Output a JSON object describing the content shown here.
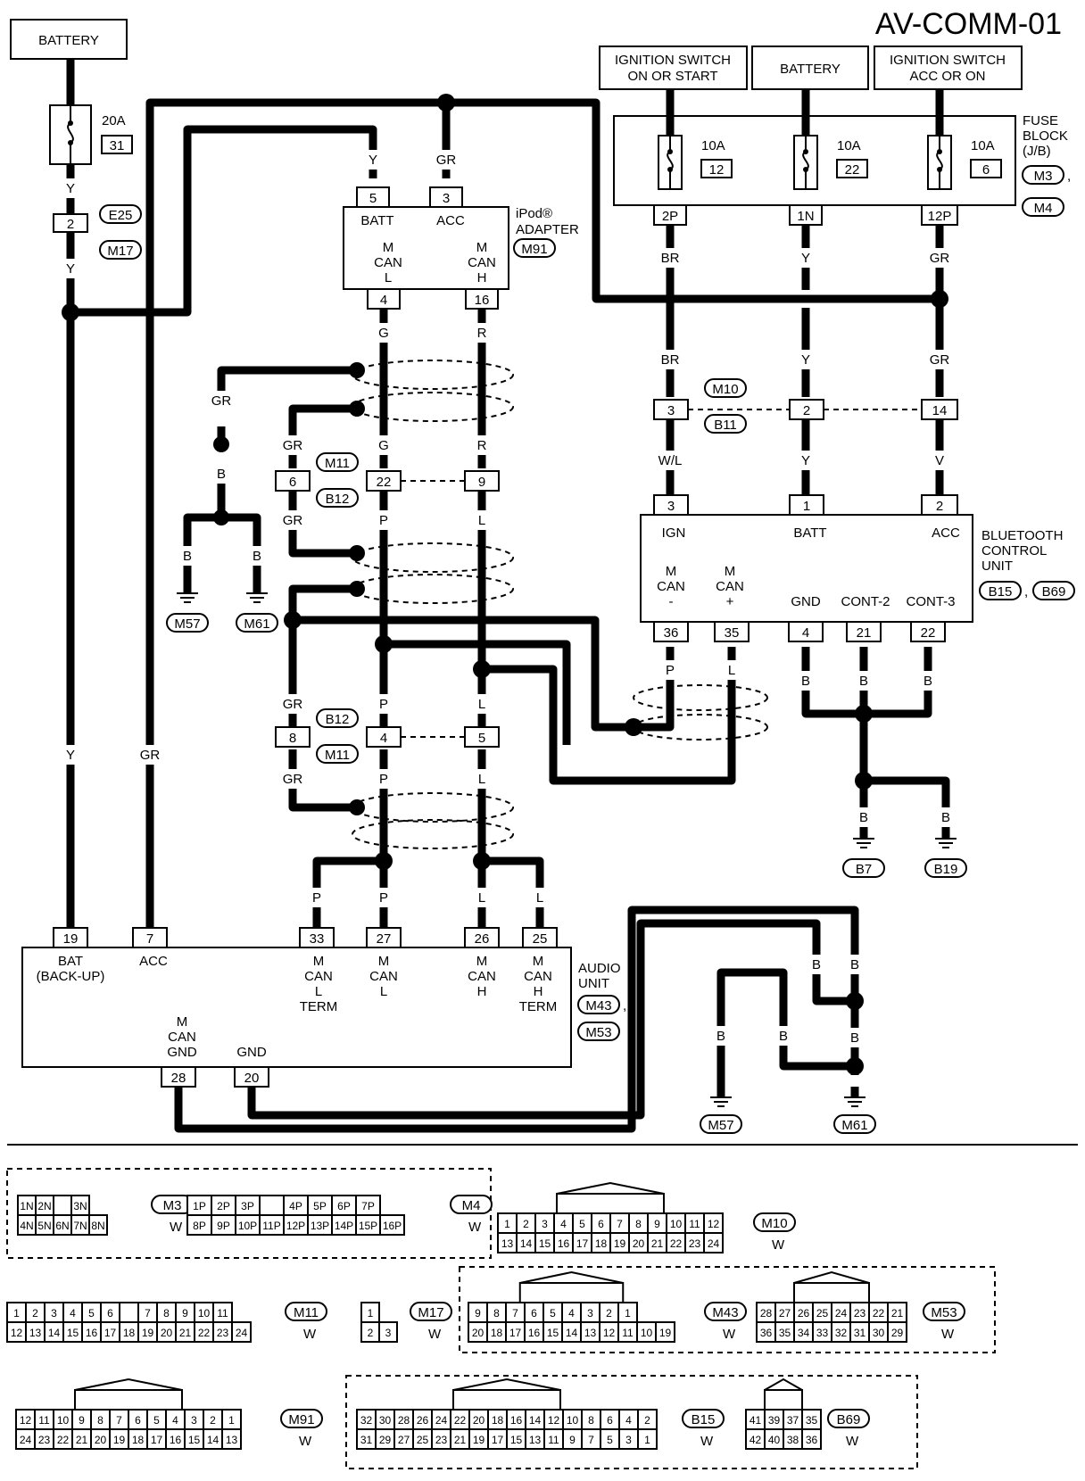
{
  "title": "AV-COMM-01",
  "power": {
    "battery_left": "BATTERY",
    "ign_on_start": [
      "IGNITION SWITCH",
      "ON OR START"
    ],
    "battery_top": "BATTERY",
    "ign_acc_on": [
      "IGNITION SWITCH",
      "ACC OR ON"
    ]
  },
  "fuse_block": {
    "label": [
      "FUSE",
      "BLOCK",
      "(J/B)"
    ],
    "connectors": [
      "M3",
      "M4"
    ],
    "fuses": [
      {
        "amp": "10A",
        "num": "12",
        "term": "2P",
        "color": "BR"
      },
      {
        "amp": "10A",
        "num": "22",
        "term": "1N",
        "color": "Y"
      },
      {
        "amp": "10A",
        "num": "6",
        "term": "12P",
        "color": "GR"
      }
    ]
  },
  "left_fuse": {
    "amp": "20A",
    "num": "31"
  },
  "ipod": {
    "label": [
      "iPod®",
      "ADAPTER"
    ],
    "connector": "M91",
    "pins": [
      {
        "num": "5",
        "name": "BATT",
        "color": "Y"
      },
      {
        "num": "3",
        "name": "ACC",
        "color": "GR"
      },
      {
        "num": "4",
        "name": [
          "M",
          "CAN",
          "L"
        ],
        "color": "G"
      },
      {
        "num": "16",
        "name": [
          "M",
          "CAN",
          "H"
        ],
        "color": "R"
      }
    ]
  },
  "bluetooth": {
    "label": [
      "BLUETOOTH",
      "CONTROL",
      "UNIT"
    ],
    "connectors": [
      "B15",
      "B69"
    ],
    "pins": [
      {
        "num": "3",
        "name": "IGN"
      },
      {
        "num": "1",
        "name": "BATT"
      },
      {
        "num": "2",
        "name": "ACC"
      },
      {
        "num": "36",
        "name": [
          "M",
          "CAN",
          "-"
        ]
      },
      {
        "num": "35",
        "name": [
          "M",
          "CAN",
          "+"
        ]
      },
      {
        "num": "4",
        "name": "GND"
      },
      {
        "num": "21",
        "name": "CONT-2"
      },
      {
        "num": "22",
        "name": "CONT-3"
      }
    ]
  },
  "audio": {
    "label": [
      "AUDIO",
      "UNIT"
    ],
    "connectors": [
      "M43",
      "M53"
    ],
    "pins": [
      {
        "num": "19",
        "name": [
          "BAT",
          "(BACK-UP)"
        ]
      },
      {
        "num": "7",
        "name": [
          "ACC"
        ]
      },
      {
        "num": "33",
        "name": [
          "M",
          "CAN",
          "L",
          "TERM"
        ]
      },
      {
        "num": "27",
        "name": [
          "M",
          "CAN",
          "L"
        ]
      },
      {
        "num": "26",
        "name": [
          "M",
          "CAN",
          "H"
        ]
      },
      {
        "num": "25",
        "name": [
          "M",
          "CAN",
          "H",
          "TERM"
        ]
      },
      {
        "num": "28",
        "name": [
          "M",
          "CAN",
          "GND"
        ]
      },
      {
        "num": "20",
        "name": [
          "GND"
        ]
      }
    ]
  },
  "joints": [
    {
      "a": "E25",
      "b": "M17",
      "pins": [
        "2"
      ]
    },
    {
      "a": "M10",
      "b": "B11",
      "pins": [
        "3",
        "2",
        "14"
      ]
    },
    {
      "a": "M11",
      "b": "B12",
      "pins": [
        "6",
        "22",
        "9"
      ]
    },
    {
      "a": "B12",
      "b": "M11",
      "pins": [
        "8",
        "4",
        "5"
      ]
    }
  ],
  "grounds": [
    "M57",
    "M61",
    "B7",
    "B19",
    "M57",
    "M61"
  ],
  "wire_colors": {
    "y": "Y",
    "gr": "GR",
    "g": "G",
    "r": "R",
    "b": "B",
    "br": "BR",
    "v": "V",
    "wl": "W/L",
    "p": "P",
    "l": "L"
  },
  "connector_views": {
    "m3": {
      "id": "M3",
      "color": "W",
      "rows": [
        [
          "1N",
          "2N",
          "",
          "3N"
        ],
        [
          "4N",
          "5N",
          "6N",
          "7N",
          "8N"
        ]
      ]
    },
    "m4": {
      "id": "M4",
      "color": "W",
      "rows": [
        [
          "1P",
          "2P",
          "3P",
          "",
          "4P",
          "5P",
          "6P",
          "7P"
        ],
        [
          "8P",
          "9P",
          "10P",
          "11P",
          "12P",
          "13P",
          "14P",
          "15P",
          "16P"
        ]
      ]
    },
    "m10": {
      "id": "M10",
      "color": "W",
      "rows": [
        [
          "1",
          "2",
          "3",
          "4",
          "5",
          "6",
          "7",
          "8",
          "9",
          "10",
          "11",
          "12"
        ],
        [
          "13",
          "14",
          "15",
          "16",
          "17",
          "18",
          "19",
          "20",
          "21",
          "22",
          "23",
          "24"
        ]
      ]
    },
    "m11": {
      "id": "M11",
      "color": "W",
      "rows": [
        [
          "1",
          "2",
          "3",
          "4",
          "5",
          "6",
          "",
          "7",
          "8",
          "9",
          "10",
          "11"
        ],
        [
          "12",
          "13",
          "14",
          "15",
          "16",
          "17",
          "18",
          "19",
          "20",
          "21",
          "22",
          "23",
          "24"
        ]
      ]
    },
    "m17": {
      "id": "M17",
      "color": "W",
      "rows": [
        [
          "1"
        ],
        [
          "2",
          "3"
        ]
      ]
    },
    "m43": {
      "id": "M43",
      "color": "W",
      "rows": [
        [
          "9",
          "8",
          "7",
          "6",
          "5",
          "4",
          "3",
          "2",
          "1"
        ],
        [
          "20",
          "18",
          "17",
          "16",
          "15",
          "14",
          "13",
          "12",
          "11",
          "10",
          "19"
        ]
      ]
    },
    "m53": {
      "id": "M53",
      "color": "W",
      "rows": [
        [
          "28",
          "27",
          "26",
          "25",
          "24",
          "23",
          "22",
          "21"
        ],
        [
          "36",
          "35",
          "34",
          "33",
          "32",
          "31",
          "30",
          "29"
        ]
      ]
    },
    "m91": {
      "id": "M91",
      "color": "W",
      "rows": [
        [
          "12",
          "11",
          "10",
          "9",
          "8",
          "7",
          "6",
          "5",
          "4",
          "3",
          "2",
          "1"
        ],
        [
          "24",
          "23",
          "22",
          "21",
          "20",
          "19",
          "18",
          "17",
          "16",
          "15",
          "14",
          "13"
        ]
      ]
    },
    "b15": {
      "id": "B15",
      "color": "W",
      "rows": [
        [
          "32",
          "30",
          "28",
          "26",
          "24",
          "22",
          "20",
          "18",
          "16",
          "14",
          "12",
          "10",
          "8",
          "6",
          "4",
          "2"
        ],
        [
          "31",
          "29",
          "27",
          "25",
          "23",
          "21",
          "19",
          "17",
          "15",
          "13",
          "11",
          "9",
          "7",
          "5",
          "3",
          "1"
        ]
      ]
    },
    "b69": {
      "id": "B69",
      "color": "W",
      "rows": [
        [
          "41",
          "39",
          "37",
          "35"
        ],
        [
          "42",
          "40",
          "38",
          "36"
        ]
      ]
    }
  }
}
